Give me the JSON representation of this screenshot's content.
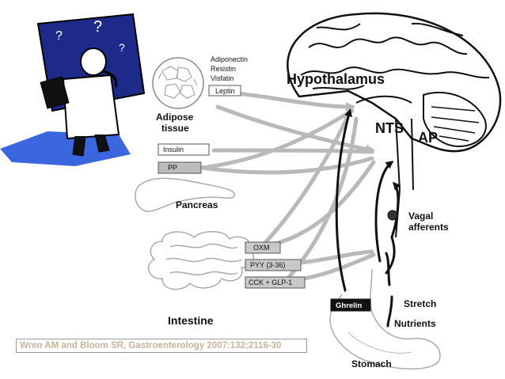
{
  "hormones": {
    "adipose": [
      "Adiponectin",
      "Resistin",
      "Visfatin",
      "Leptin"
    ],
    "pancreas": [
      "Insulin",
      "PP"
    ],
    "intestine": [
      "OXM",
      "PYY (3-36)",
      "CCK + GLP-1"
    ],
    "stomach": "Ghrelin"
  },
  "organs": {
    "adipose_line1": "Adipose",
    "adipose_line2": "tissue",
    "pancreas": "Pancreas",
    "intestine": "Intestine",
    "stomach": "Stomach"
  },
  "brain": {
    "hypothalamus": "Hypothalamus",
    "nts": "NTS",
    "ap": "AP",
    "vagal_line1": "Vagal",
    "vagal_line2": "afferents"
  },
  "stomach_signals": {
    "stretch": "Stretch",
    "nutrients": "Nutrients"
  },
  "citation": "Wren AM and Bloom SR,  Gastroenterology 2007:132;2116-30",
  "colors": {
    "gray_arrow": "#b9b9b9",
    "black_arrow": "#111111",
    "clipart_blue": "#2b4fd8",
    "citation_text": "#c8b49a"
  }
}
